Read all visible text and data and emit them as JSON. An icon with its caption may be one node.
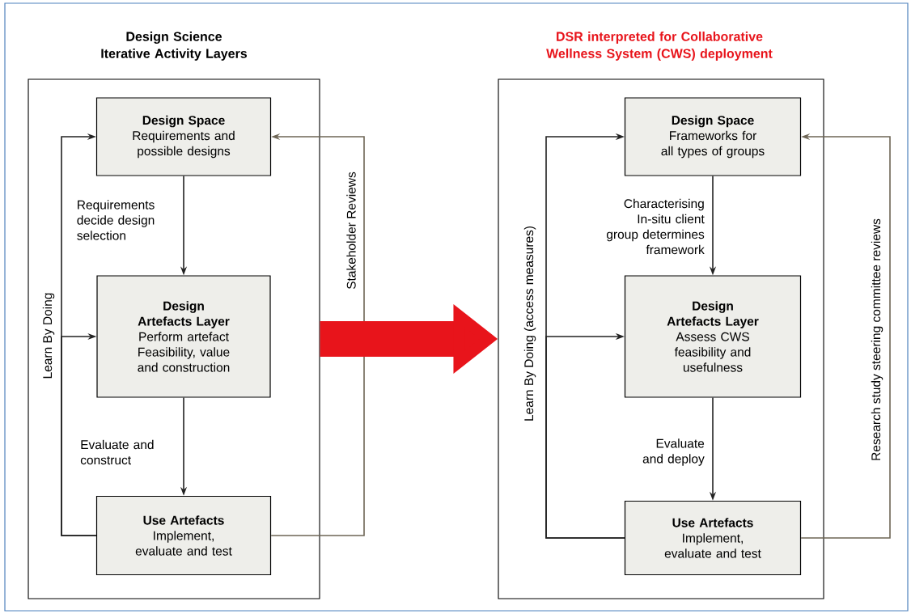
{
  "diagram": {
    "nodes": [
      {
        "text": [
          "Design Science Iterative Activity Layers"
        ]
      },
      {
        "text": [
          "Design Space",
          "Requirements and possible designs"
        ],
        "in": 0
      },
      {
        "text": [
          "Design Artefacts Layer",
          "Perform artefact Feasibility, value and construction"
        ],
        "in": 0
      },
      {
        "text": [
          "Use Artefacts",
          "Implement, evaluate and test"
        ],
        "in": 0
      },
      {
        "text": [
          "DSR interpreted for Collaborative Wellness System (CWS) deployment"
        ]
      },
      {
        "text": [
          "Design Space",
          "Frameworks for all types of groups"
        ],
        "in": 4
      },
      {
        "text": [
          "Design Artefacts Layer",
          "Assess CWS feasibility and usefulness"
        ],
        "in": 4
      },
      {
        "text": [
          "Use Artefacts",
          "Implement, evaluate and test"
        ],
        "in": 4
      }
    ],
    "edges": [
      {
        "from": 1,
        "to": 2,
        "arrow": "to",
        "label": "Requirements decide design selection"
      },
      {
        "from": 2,
        "to": 3,
        "arrow": "to",
        "label": "Evaluate and construct"
      },
      {
        "from": 3,
        "to": 1,
        "arrow": "to",
        "label": "Learn By Doing"
      },
      {
        "from": 3,
        "to": 2,
        "arrow": "to"
      },
      {
        "from": 3,
        "to": 1,
        "arrow": "to",
        "label": "Stakeholder Reviews",
        "color": "#6e6656"
      },
      {
        "from": 5,
        "to": 6,
        "arrow": "to",
        "label": "Characterising In-situ client group determines framework"
      },
      {
        "from": 6,
        "to": 7,
        "arrow": "to",
        "label": "Evaluate and deploy"
      },
      {
        "from": 7,
        "to": 5,
        "arrow": "to",
        "label": "Learn By Doing (access measures)"
      },
      {
        "from": 7,
        "to": 6,
        "arrow": "to"
      },
      {
        "from": 7,
        "to": 5,
        "arrow": "to",
        "label": "Research study steering committee reviews",
        "color": "#6e6656"
      },
      {
        "from": 0,
        "to": 4,
        "arrow": "to",
        "style": "thick",
        "color": "#e8141b"
      }
    ]
  }
}
